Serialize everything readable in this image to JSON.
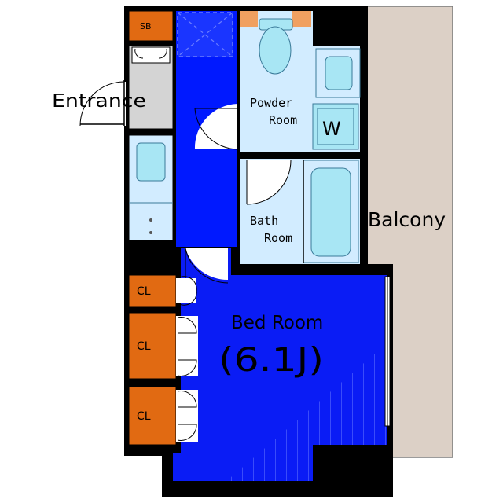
{
  "rooms": {
    "entrance": "Entrance",
    "powder_room_line1": "Powder",
    "powder_room_line2": "Room",
    "washer": "W",
    "bath_room_line1": "Bath",
    "bath_room_line2": "Room",
    "balcony": "Balcony",
    "bed_room": "Bed Room",
    "bed_room_size": "(6.1J)",
    "shoe_box": "SB",
    "closet_1": "CL",
    "closet_2": "CL",
    "closet_3": "CL"
  },
  "colors": {
    "corridor": "#0019ff",
    "bedroom": "#0a1cf5",
    "wet_area": "#d2ecff",
    "fixture": "#a8e6f4",
    "balcony": "#dcd0c6",
    "closet": "#e16a12",
    "wall": "#000000",
    "entrance_floor": "#d4d4d4"
  }
}
